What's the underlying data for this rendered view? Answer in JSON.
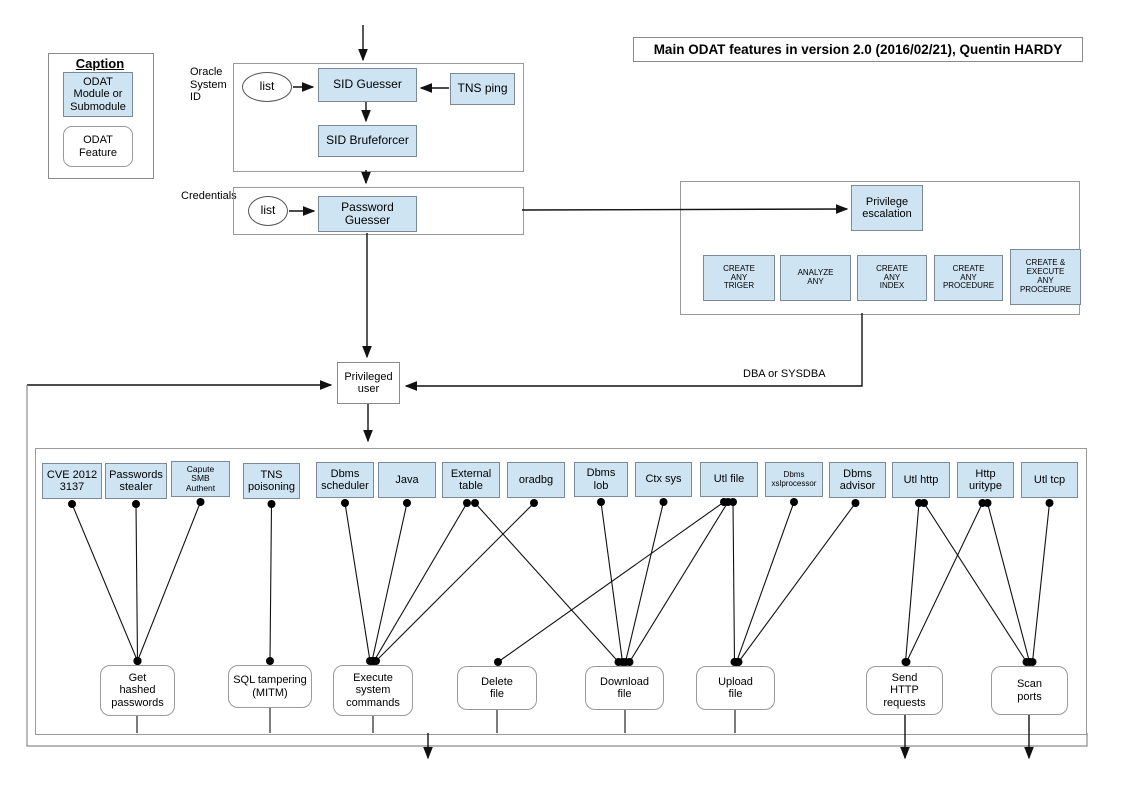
{
  "title": "Main ODAT features in version 2.0 (2016/02/21), Quentin HARDY",
  "caption": {
    "title": "Caption",
    "module_label": "ODAT\nModule or\nSubmodule",
    "feature_label": "ODAT\nFeature"
  },
  "labels": {
    "oracle_system_id": "Oracle\nSystem\nID",
    "credentials": "Credentials",
    "dba": "DBA or SYSDBA"
  },
  "top_flow": {
    "list1": "list",
    "sid_guesser": "SID Guesser",
    "tns_ping": "TNS ping",
    "sid_brufeforcer": "SID Brufeforcer",
    "list2": "list",
    "password_guesser": "Password\nGuesser",
    "privilege_escalation": "Privilege\nescalation",
    "privileged_user": "Privileged\nuser"
  },
  "privileges": [
    "CREATE\nANY\nTRIGER",
    "ANALYZE\nANY",
    "CREATE\nANY\nINDEX",
    "CREATE\nANY\nPROCEDURE",
    "CREATE &\nEXECUTE\nANY\nPROCEDURE"
  ],
  "modules": [
    {
      "id": "cve-2012-3137",
      "label": "CVE 2012\n3137"
    },
    {
      "id": "passwords-stealer",
      "label": "Passwords\nstealer"
    },
    {
      "id": "capute-smb-authent",
      "label": "Capute\nSMB\nAuthent"
    },
    {
      "id": "tns-poisoning",
      "label": "TNS\npoisoning"
    },
    {
      "id": "dbms-scheduler",
      "label": "Dbms\nscheduler"
    },
    {
      "id": "java",
      "label": "Java"
    },
    {
      "id": "external-table",
      "label": "External\ntable"
    },
    {
      "id": "oradbg",
      "label": "oradbg"
    },
    {
      "id": "dbms-lob",
      "label": "Dbms\nlob"
    },
    {
      "id": "ctx-sys",
      "label": "Ctx sys"
    },
    {
      "id": "utl-file",
      "label": "Utl file"
    },
    {
      "id": "dbms-xslprocessor",
      "label": "Dbms\nxslprocessor"
    },
    {
      "id": "dbms-advisor",
      "label": "Dbms\nadvisor"
    },
    {
      "id": "utl-http",
      "label": "Utl http"
    },
    {
      "id": "http-uritype",
      "label": "Http\nuritype"
    },
    {
      "id": "utl-tcp",
      "label": "Utl tcp"
    }
  ],
  "features": [
    {
      "id": "get-hashed-passwords",
      "label": "Get\nhashed\npasswords"
    },
    {
      "id": "sql-tampering",
      "label": "SQL tampering\n(MITM)"
    },
    {
      "id": "execute-system-commands",
      "label": "Execute\nsystem\ncommands"
    },
    {
      "id": "delete-file",
      "label": "Delete\nfile"
    },
    {
      "id": "download-file",
      "label": "Download\nfile"
    },
    {
      "id": "upload-file",
      "label": "Upload\nfile"
    },
    {
      "id": "send-http-requests",
      "label": "Send\nHTTP\nrequests"
    },
    {
      "id": "scan-ports",
      "label": "Scan\nports"
    }
  ],
  "connections": [
    [
      "cve-2012-3137",
      "get-hashed-passwords"
    ],
    [
      "passwords-stealer",
      "get-hashed-passwords"
    ],
    [
      "capute-smb-authent",
      "get-hashed-passwords"
    ],
    [
      "tns-poisoning",
      "sql-tampering"
    ],
    [
      "dbms-scheduler",
      "execute-system-commands"
    ],
    [
      "java",
      "execute-system-commands"
    ],
    [
      "external-table",
      "execute-system-commands"
    ],
    [
      "external-table",
      "download-file"
    ],
    [
      "oradbg",
      "execute-system-commands"
    ],
    [
      "dbms-lob",
      "download-file"
    ],
    [
      "ctx-sys",
      "download-file"
    ],
    [
      "utl-file",
      "delete-file"
    ],
    [
      "utl-file",
      "download-file"
    ],
    [
      "utl-file",
      "upload-file"
    ],
    [
      "dbms-xslprocessor",
      "upload-file"
    ],
    [
      "dbms-advisor",
      "upload-file"
    ],
    [
      "utl-http",
      "send-http-requests"
    ],
    [
      "utl-http",
      "scan-ports"
    ],
    [
      "http-uritype",
      "send-http-requests"
    ],
    [
      "http-uritype",
      "scan-ports"
    ],
    [
      "utl-tcp",
      "scan-ports"
    ]
  ],
  "colors": {
    "module_fill": "#cfe4f3",
    "box_border": "#7b8a96",
    "container_border": "#9a9a9a",
    "line": "#111111",
    "loop_line": "#8c8c8c"
  }
}
